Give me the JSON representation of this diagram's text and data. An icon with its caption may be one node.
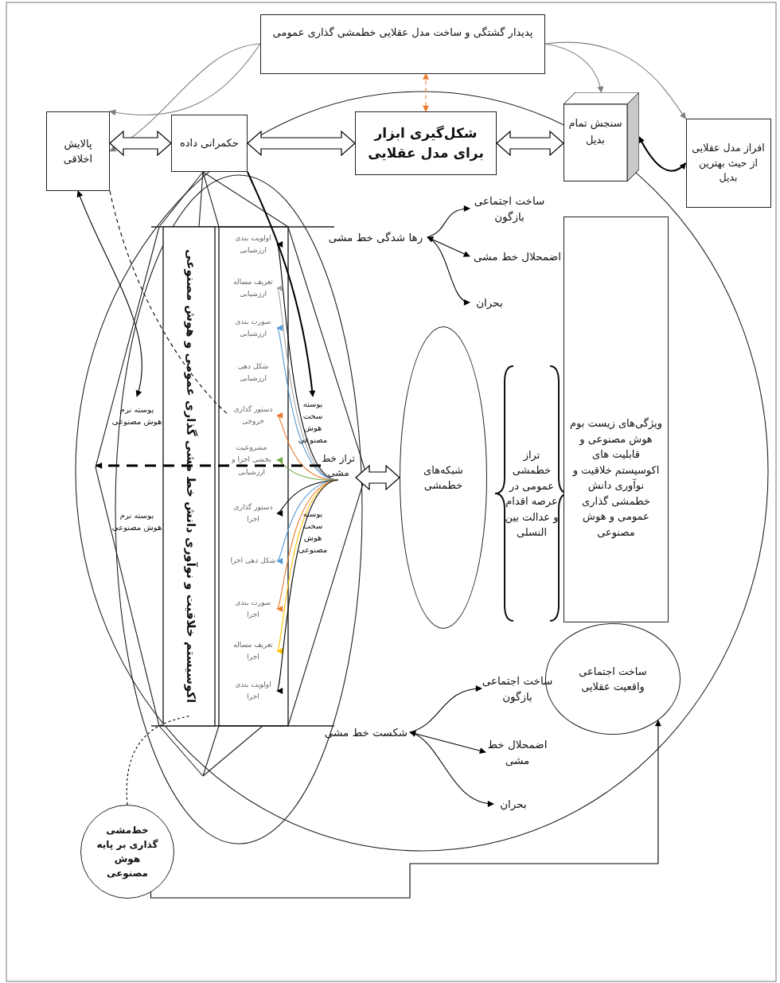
{
  "diagram": {
    "nodes": [
      {
        "text": [
          "پدیدار گشتگی و ساخت مدل عقلایی خطمشی گذاری عمومی"
        ]
      },
      {
        "text": [
          "پالایش اخلاقی"
        ]
      },
      {
        "text": [
          "حکمرانی داده"
        ]
      },
      {
        "text": [
          "شکل‌گیری ابزار برای مدل عقلایی"
        ]
      },
      {
        "text": [
          "سنجش تمام بدیل"
        ]
      },
      {
        "text": [
          "افراز مدل عقلایی از حیث بهترین بدیل"
        ]
      },
      {
        "text": [
          "رها شدگی خط مشی"
        ]
      },
      {
        "text": [
          "ساخت اجتماعی بازگون"
        ]
      },
      {
        "text": [
          "اضمحلال خط مشی"
        ]
      },
      {
        "text": [
          "بحران"
        ]
      },
      {
        "text": [
          "اکوسیستم خلاقیت و نوآوری دانش خط مشی گذاری عمومی و هوش مصنوعی"
        ]
      },
      {
        "text": [
          "اولویت بندی ارزشیابی"
        ]
      },
      {
        "text": [
          "تعریف مساله ارزشیابی"
        ]
      },
      {
        "text": [
          "صورت بندی ارزشیابی"
        ]
      },
      {
        "text": [
          "شکل دهی ارزشیابی"
        ]
      },
      {
        "text": [
          "دستور گذاری خروجی"
        ]
      },
      {
        "text": [
          "مشروعیت بخشی اجرا و ارزشیابی"
        ]
      },
      {
        "text": [
          "دستور گذاری اجرا"
        ]
      },
      {
        "text": [
          "شکل دهی اجرا"
        ]
      },
      {
        "text": [
          "صورت بندی اجرا"
        ]
      },
      {
        "text": [
          "تعریف مساله اجرا"
        ]
      },
      {
        "text": [
          "اولویت بندی اجرا"
        ]
      },
      {
        "text": [
          "پوسته سخت هوش مصنوعی"
        ]
      },
      {
        "text": [
          "پوسته سخت هوش مصنوعی"
        ]
      },
      {
        "text": [
          "پوسته نرم هوش مصنوعی"
        ]
      },
      {
        "text": [
          "پوسته نرم هوش مصنوعی"
        ]
      },
      {
        "text": [
          "تراز خط مشی"
        ]
      },
      {
        "text": [
          "شبکه‌های خطمشی"
        ]
      },
      {
        "text": [
          "تراز خطمشی عمومی در عرصه اقدام و عدالت بین النسلی"
        ]
      },
      {
        "text": [
          "ویژگی‌های زیست بوم هوش مصنوعی و قابلیت های اکوسیستم خلاقیت و نوآوری دانش خطمشی گذاری عمومی و هوش مصنوعی"
        ]
      },
      {
        "text": [
          "ساخت اجتماعی واقعیت عقلایی"
        ]
      },
      {
        "text": [
          "شکست خط مشی"
        ]
      },
      {
        "text": [
          "ساخت اجتماعی بازگون"
        ]
      },
      {
        "text": [
          "اضمحلال خط مشی"
        ]
      },
      {
        "text": [
          "بحران"
        ]
      },
      {
        "text": [
          "خط‌مشی گذاری بر پایه هوش مصنوعی"
        ]
      }
    ],
    "edges": [
      {
        "from": 0,
        "to": 1,
        "arrow": "to",
        "color": "#7f7f7f"
      },
      {
        "from": 0,
        "to": 1,
        "arrow": "to",
        "color": "#7f7f7f"
      },
      {
        "from": 0,
        "to": 3,
        "arrow": "both",
        "style": "dashed",
        "color": "#ed7d31"
      },
      {
        "from": 0,
        "to": 4,
        "arrow": "to",
        "color": "#7f7f7f"
      },
      {
        "from": 0,
        "to": 5,
        "arrow": "to",
        "color": "#7f7f7f"
      },
      {
        "from": 1,
        "to": 2,
        "arrow": "both",
        "style": "thick"
      },
      {
        "from": 2,
        "to": 3,
        "arrow": "both",
        "style": "thick"
      },
      {
        "from": 3,
        "to": 4,
        "arrow": "both",
        "style": "thick"
      },
      {
        "from": 4,
        "to": 5,
        "arrow": "both"
      },
      {
        "from": 2,
        "to": 22,
        "arrow": "to"
      },
      {
        "from": 1,
        "to": 24,
        "arrow": "both"
      },
      {
        "from": 1,
        "to": 15,
        "arrow": "none",
        "style": "dashed"
      },
      {
        "from": 6,
        "to": 7,
        "arrow": "to"
      },
      {
        "from": 6,
        "to": 8,
        "arrow": "both"
      },
      {
        "from": 6,
        "to": 9,
        "arrow": "to"
      },
      {
        "from": 26,
        "to": 11,
        "arrow": "to"
      },
      {
        "from": 26,
        "to": 12,
        "arrow": "to",
        "color": "#a5a5a5"
      },
      {
        "from": 26,
        "to": 13,
        "arrow": "to",
        "color": "#5b9bd5"
      },
      {
        "from": 26,
        "to": 15,
        "arrow": "to",
        "color": "#ed7d31"
      },
      {
        "from": 26,
        "to": 16,
        "arrow": "to",
        "color": "#70ad47"
      },
      {
        "from": 26,
        "to": 17,
        "arrow": "to"
      },
      {
        "from": 26,
        "to": 18,
        "arrow": "to",
        "color": "#5b9bd5"
      },
      {
        "from": 26,
        "to": 19,
        "arrow": "to",
        "color": "#ed7d31"
      },
      {
        "from": 26,
        "to": 20,
        "arrow": "to",
        "color": "#ffc000"
      },
      {
        "from": 26,
        "to": 21,
        "arrow": "to"
      },
      {
        "from": 26,
        "to": null,
        "arrow": "to",
        "style": "dashed"
      },
      {
        "from": 26,
        "to": 27,
        "arrow": "both",
        "style": "thick"
      },
      {
        "from": 31,
        "to": 32,
        "arrow": "to"
      },
      {
        "from": 31,
        "to": 33,
        "arrow": "both"
      },
      {
        "from": 31,
        "to": 34,
        "arrow": "to"
      },
      {
        "from": 35,
        "to": 30,
        "arrow": "to"
      },
      {
        "from": 35,
        "to": 10,
        "arrow": "none",
        "style": "dashed"
      }
    ]
  }
}
